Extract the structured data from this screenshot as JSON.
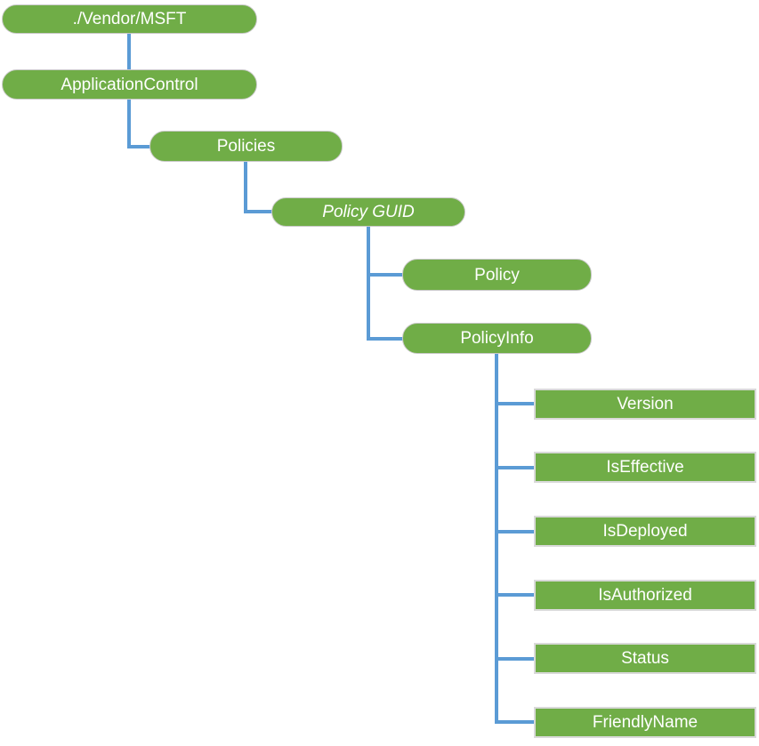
{
  "diagram": {
    "kind": "tree",
    "colors": {
      "node_fill": "#70AD47",
      "node_text": "#FFFFFF",
      "connector": "#5B9BD5",
      "leaf_border": "#D9D9D9",
      "background": "#FFFFFF"
    },
    "tree": {
      "label": "./Vendor/MSFT",
      "children": [
        {
          "label": "ApplicationControl",
          "children": [
            {
              "label": "Policies",
              "children": [
                {
                  "label": "Policy GUID",
                  "italic": true,
                  "children": [
                    {
                      "label": "Policy"
                    },
                    {
                      "label": "PolicyInfo",
                      "children": [
                        {
                          "label": "Version"
                        },
                        {
                          "label": "IsEffective"
                        },
                        {
                          "label": "IsDeployed"
                        },
                        {
                          "label": "IsAuthorized"
                        },
                        {
                          "label": "Status"
                        },
                        {
                          "label": "FriendlyName"
                        }
                      ]
                    }
                  ]
                }
              ]
            }
          ]
        }
      ]
    }
  }
}
